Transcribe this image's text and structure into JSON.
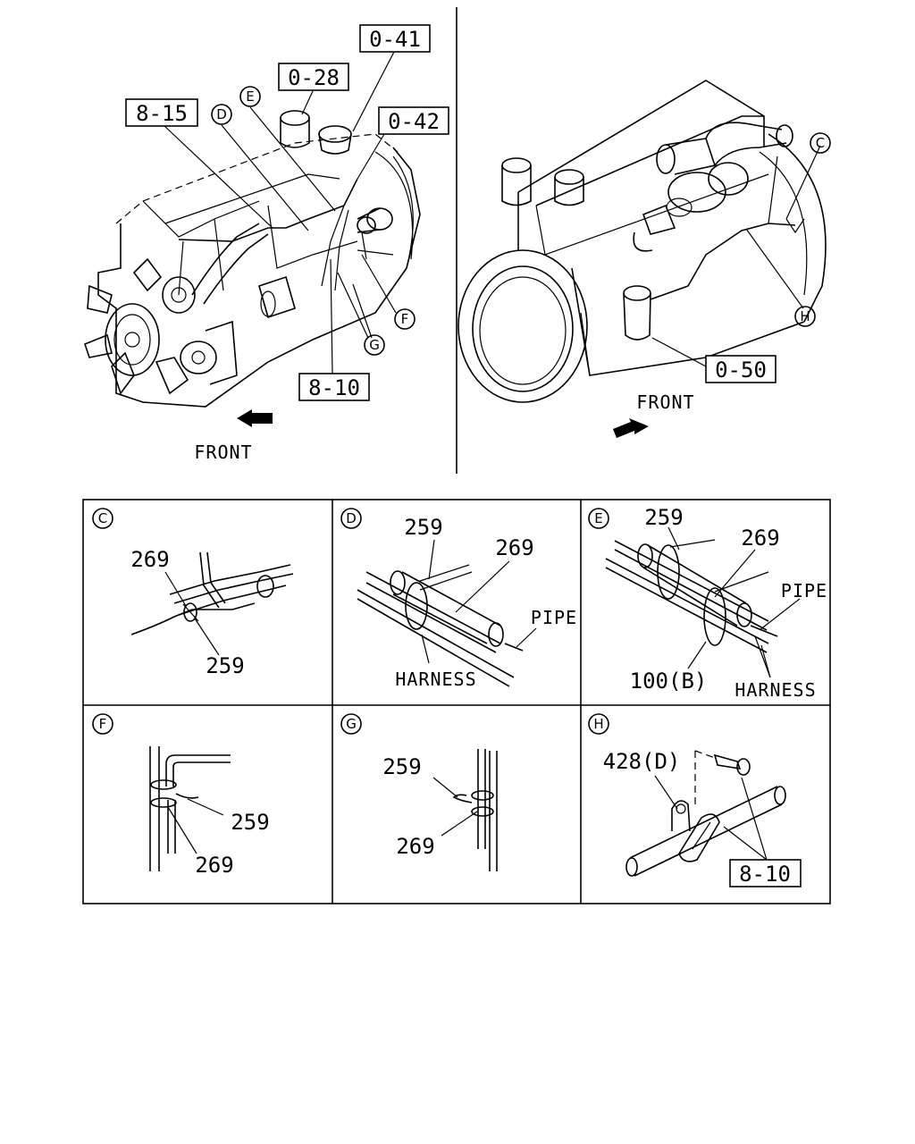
{
  "refs": {
    "r041": "0-41",
    "r028": "0-28",
    "r815": "8-15",
    "r042": "0-42",
    "r810": "8-10",
    "r050": "0-50",
    "r810h": "8-10"
  },
  "front": {
    "left": "FRONT",
    "right": "FRONT"
  },
  "callouts": {
    "c": "C",
    "d": "D",
    "e": "E",
    "f": "F",
    "g": "G",
    "h": "H"
  },
  "details": {
    "c": {
      "tag": "C",
      "p269": "269",
      "p259": "259"
    },
    "d": {
      "tag": "D",
      "p259": "259",
      "p269": "269",
      "pipe": "PIPE",
      "harness": "HARNESS"
    },
    "e": {
      "tag": "E",
      "p259": "259",
      "p269": "269",
      "pipe": "PIPE",
      "harness": "HARNESS",
      "p100": "100(B)"
    },
    "f": {
      "tag": "F",
      "p259": "259",
      "p269": "269"
    },
    "g": {
      "tag": "G",
      "p259": "259",
      "p269": "269"
    },
    "h": {
      "tag": "H",
      "p428": "428(D)"
    }
  }
}
